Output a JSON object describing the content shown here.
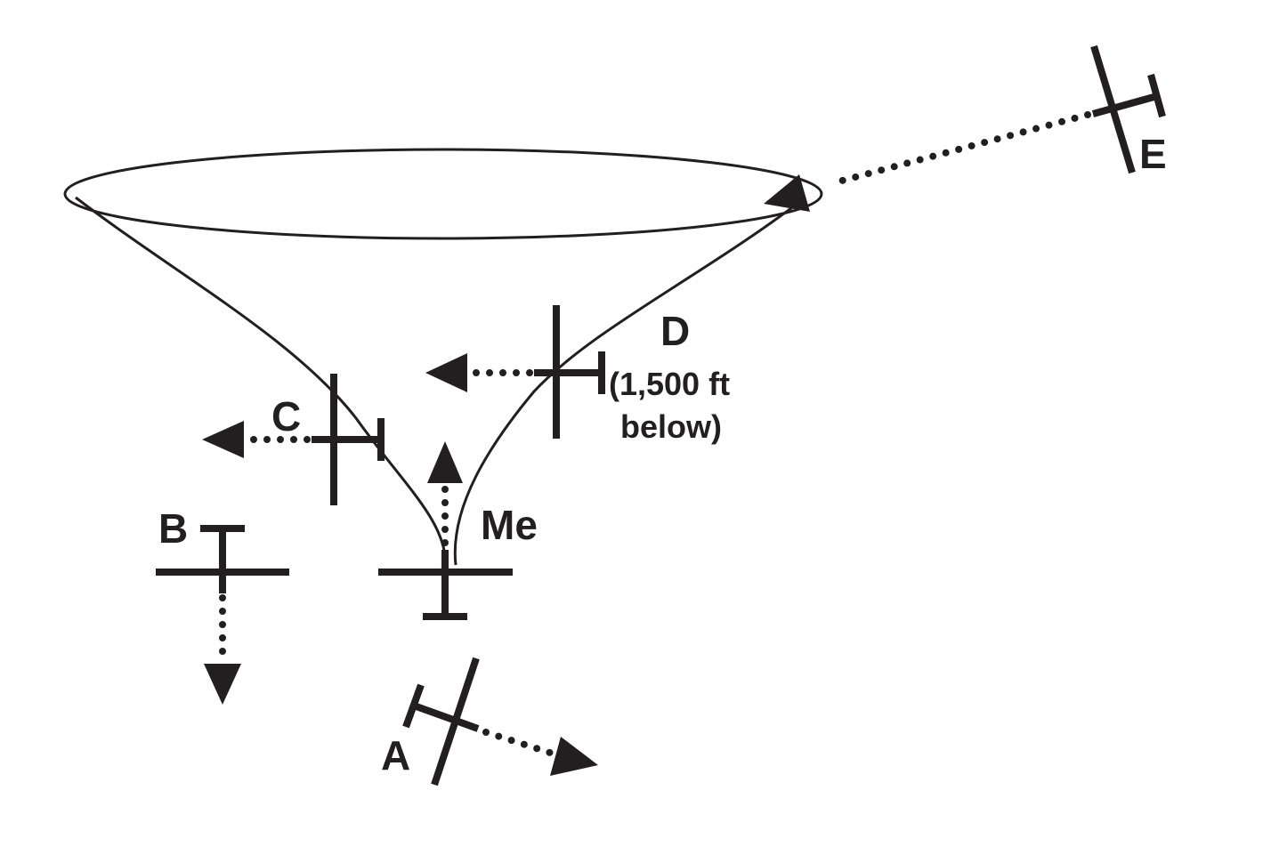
{
  "aircraft": {
    "me": {
      "label": "Me"
    },
    "a": {
      "label": "A"
    },
    "b": {
      "label": "B"
    },
    "c": {
      "label": "C"
    },
    "d": {
      "label": "D",
      "note_line1": "(1,500 ft",
      "note_line2": "below)"
    },
    "e": {
      "label": "E"
    }
  },
  "colors": {
    "ink": "#231f20",
    "background": "#ffffff"
  }
}
